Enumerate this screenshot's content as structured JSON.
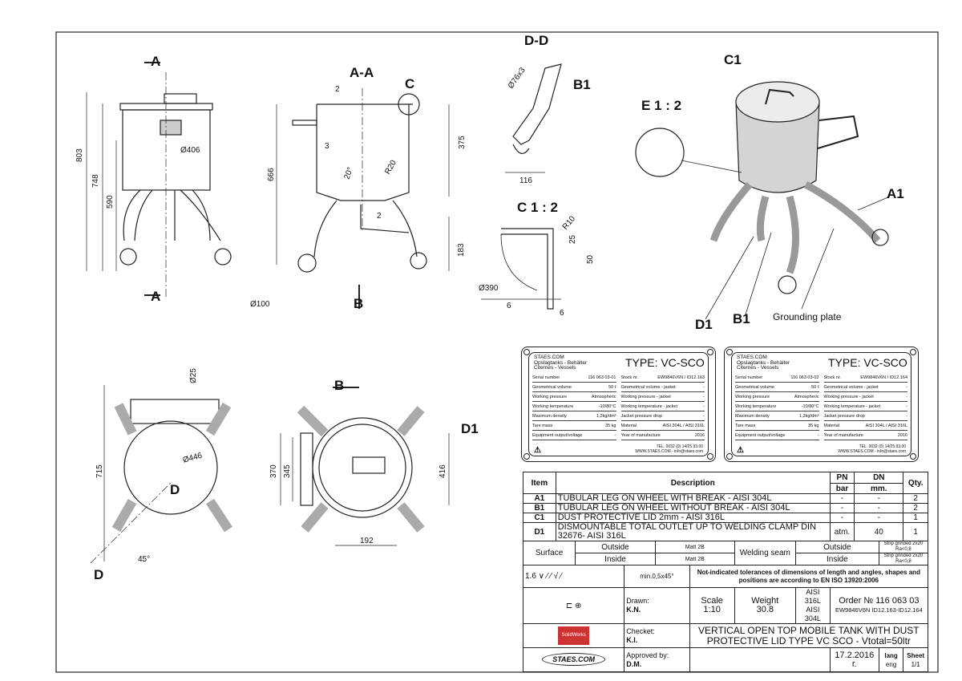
{
  "views": {
    "section_a_top": "A",
    "section_a_bottom": "A",
    "section_aa": "A-A",
    "detail_c": "C",
    "section_dd": "D-D",
    "detail_c_title": "C 1 : 2",
    "detail_e_title": "E 1 : 2",
    "section_b_top": "B",
    "section_b_mid": "B",
    "section_d_1": "D",
    "section_d_2": "D"
  },
  "callouts": {
    "c1": "C1",
    "a1": "A1",
    "d1": "D1",
    "b1": "B1",
    "b1_dd": "B1",
    "d1_bottom": "D1",
    "grounding": "Grounding plate"
  },
  "dimensions": {
    "h803": "803",
    "h748": "748",
    "h590": "590",
    "d406": "Ø406",
    "t2": "2",
    "t3": "3",
    "h666": "666",
    "a20": "20°",
    "r20": "R20",
    "h375": "375",
    "t2b": "2",
    "h183": "183",
    "d100": "Ø100",
    "d76": "Ø76x3",
    "w116": "116",
    "r10": "R10",
    "h25": "25",
    "h50": "50",
    "d390": "Ø390",
    "w6a": "6",
    "w6b": "6",
    "d25": "Ø25",
    "h715": "715",
    "d446": "Ø446",
    "a45": "45°",
    "h370": "370",
    "h345": "345",
    "h416": "416",
    "w192": "192"
  },
  "nameplates": [
    {
      "company": [
        "STAES.COM",
        "Opslagtanks - Behälter",
        "Citernes - Vessels"
      ],
      "type": "TYPE: VC-SCO",
      "left": [
        [
          "Serial number",
          "116 063 03-01"
        ],
        [
          "Geometrical volume",
          "50 ℓ"
        ],
        [
          "Working pressure",
          "Atmospheric"
        ],
        [
          "Working temperature",
          "-10/80°C"
        ],
        [
          "Maximum density",
          "1,2kg/dm³"
        ],
        [
          "Tare mass",
          "35 kg"
        ],
        [
          "Equipment output/voltage",
          "-"
        ]
      ],
      "right": [
        [
          "Stock nr.",
          "EW9846V6N / ID12.163"
        ],
        [
          "Geometrical volume - jacket",
          "-"
        ],
        [
          "Working pressure - jacket",
          "-"
        ],
        [
          "Working temperature - jacket",
          "-"
        ],
        [
          "Jacket pressure drop",
          "-"
        ],
        [
          "Material",
          "AISI 304L / AISI 316L"
        ],
        [
          "Year of manufacture",
          "2016"
        ]
      ],
      "footer": [
        "TEL. 0032 (0) 14/25.93.00",
        "WWW.STAES.COM - info@staes.com"
      ]
    },
    {
      "company": [
        "STAES.COM",
        "Opslagtanks - Behälter",
        "Citernes - Vessels"
      ],
      "type": "TYPE: VC-SCO",
      "left": [
        [
          "Serial number",
          "116 063 03-02"
        ],
        [
          "Geometrical volume",
          "50 ℓ"
        ],
        [
          "Working pressure",
          "Atmospheric"
        ],
        [
          "Working temperature",
          "-10/80°C"
        ],
        [
          "Maximum density",
          "1,2kg/dm³"
        ],
        [
          "Tare mass",
          "35 kg"
        ],
        [
          "Equipment output/voltage",
          "-"
        ]
      ],
      "right": [
        [
          "Stock nr.",
          "EW9846V6N / ID12.164"
        ],
        [
          "Geometrical volume - jacket",
          "-"
        ],
        [
          "Working pressure - jacket",
          "-"
        ],
        [
          "Working temperature - jacket",
          "-"
        ],
        [
          "Jacket pressure drop",
          "-"
        ],
        [
          "Material",
          "AISI 304L / AISI 316L"
        ],
        [
          "Year of manufacture",
          "2016"
        ]
      ],
      "footer": [
        "TEL. 0032 (0) 14/25.93.00",
        "WWW.STAES.COM - info@staes.com"
      ]
    }
  ],
  "bom": {
    "headers": {
      "item": "Item",
      "description": "Description",
      "pn": "PN",
      "pn_unit": "bar",
      "dn": "DN",
      "dn_unit": "mm.",
      "qty": "Qty."
    },
    "rows": [
      {
        "item": "A1",
        "description": "TUBULAR LEG ON WHEEL WITH BREAK - AISI 304L",
        "pn": "-",
        "dn": "-",
        "qty": "2"
      },
      {
        "item": "B1",
        "description": "TUBULAR LEG ON WHEEL WITHOUT BREAK - AISI 304L",
        "pn": "-",
        "dn": "-",
        "qty": "2"
      },
      {
        "item": "C1",
        "description": "DUST PROTECTIVE LID 2mm - AISI 316L",
        "pn": "-",
        "dn": "-",
        "qty": "1"
      },
      {
        "item": "D1",
        "description": "DISMOUNTABLE TOTAL OUTLET UP TO WELDING CLAMP DIN 32676- AISI 316L",
        "pn": "atm.",
        "dn": "40",
        "qty": "1"
      }
    ]
  },
  "surface": {
    "label": "Surface",
    "outside": "Outside",
    "inside": "Inside",
    "outside_val": "Matt 2B",
    "inside_val": "Matt 2B",
    "welding": "Welding seam",
    "w_outside": "Outside",
    "w_inside": "Inside",
    "w_outside_val": "Strip grinded 2x20 Ra<0,8",
    "w_inside_val": "Strip grinded 2x20 Ra<0,8"
  },
  "tolerance": {
    "roughness": "1.6",
    "chamfer": "min.0,5x45°",
    "note": "Not-indicated tolerances of dimensions of length and angles, shapes and positions are according to EN ISO 13920:2006"
  },
  "title_block": {
    "drawn_label": "Drawn:",
    "drawn": "K.N.",
    "checked_label": "Checket:",
    "checked": "K.I.",
    "approved_label": "Approved by:",
    "approved": "D.M.",
    "scale_label": "Scale",
    "scale": "1:10",
    "weight_label": "Weight",
    "weight": "30.8",
    "material1": "AISI 316L",
    "material2": "AISI 304L",
    "order": "Order № 116 063 03",
    "order_ref": "EW9846V6N ID12.163-ID12.164",
    "title": "VERTICAL OPEN TOP MOBILE TANK WITH DUST PROTECTIVE LID TYPE VC SCO - Vtotal=50ltr",
    "date": "17.2.2016 г.",
    "lang_label": "lang",
    "lang": "eng",
    "sheet_label": "Sheet",
    "sheet": "1/1",
    "logo": "STAES.COM",
    "cad_logo": "SolidWorks"
  }
}
